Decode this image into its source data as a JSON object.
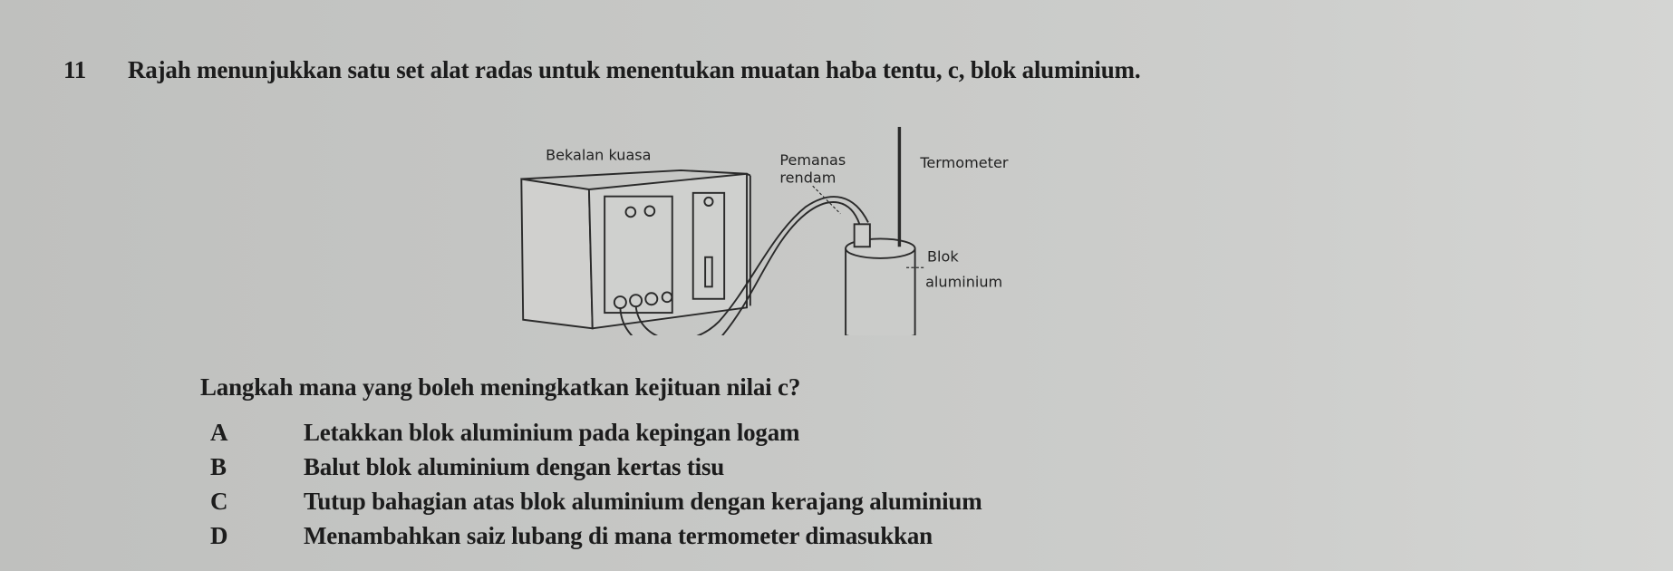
{
  "question": {
    "number": "11",
    "text": "Rajah menunjukkan satu set alat radas untuk menentukan muatan haba tentu, c, blok aluminium.",
    "prompt": "Langkah mana yang boleh meningkatkan kejituan nilai c?"
  },
  "diagram": {
    "labels": {
      "power_supply": "Bekalan kuasa",
      "heater_line1": "Pemanas",
      "heater_line2": "rendam",
      "thermometer": "Termometer",
      "block_line1": "Blok",
      "block_line2": "aluminium"
    }
  },
  "options": [
    {
      "letter": "A",
      "text": "Letakkan blok aluminium pada kepingan logam"
    },
    {
      "letter": "B",
      "text": "Balut blok aluminium dengan kertas tisu"
    },
    {
      "letter": "C",
      "text": "Tutup bahagian atas blok aluminium dengan kerajang aluminium"
    },
    {
      "letter": "D",
      "text": "Menambahkan saiz lubang di mana termometer dimasukkan"
    }
  ]
}
